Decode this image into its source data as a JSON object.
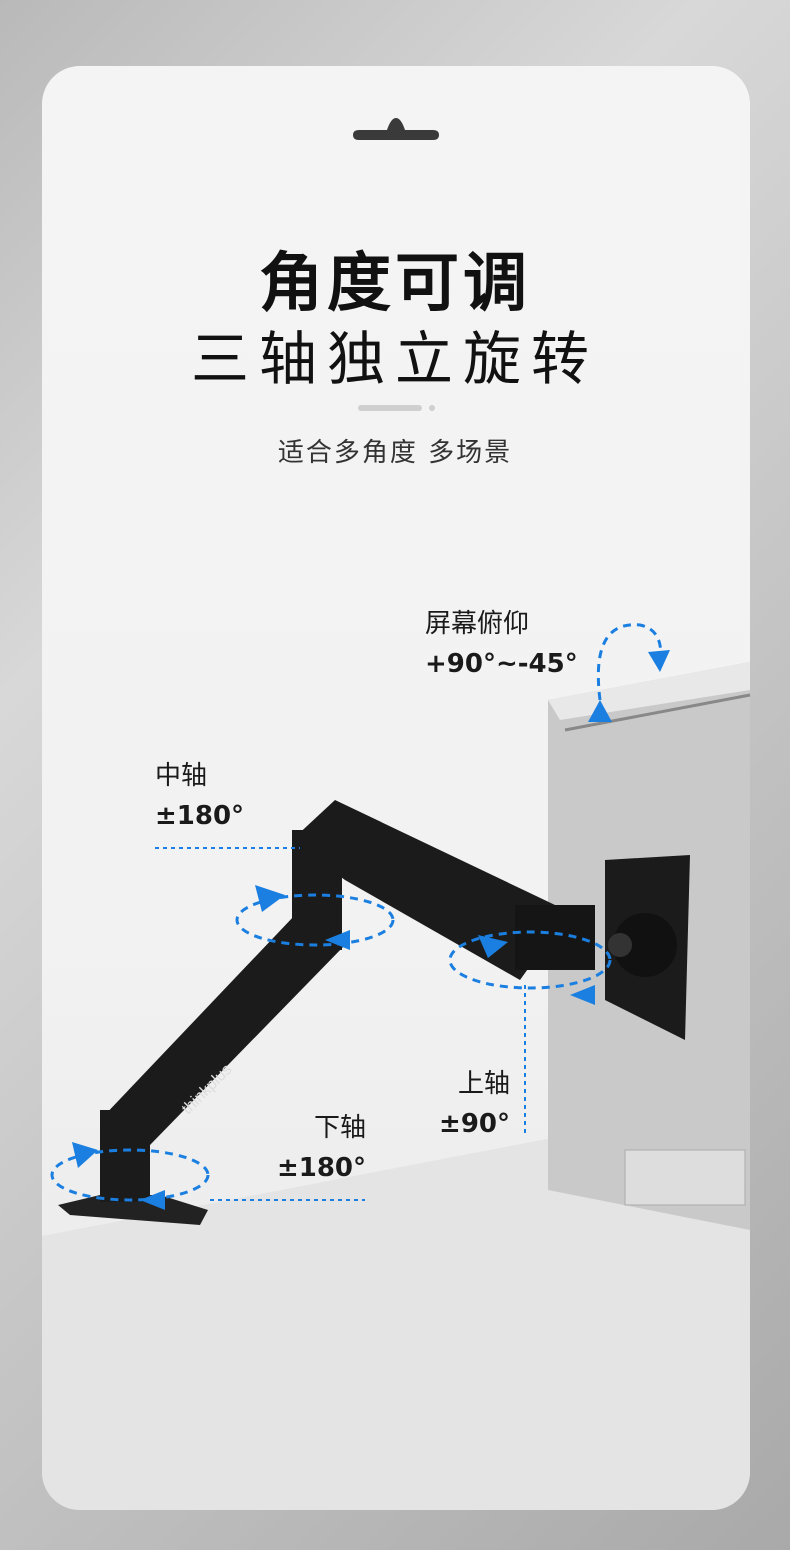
{
  "headline": "角度可调",
  "subheadline": "三轴独立旋转",
  "tagline": "适合多角度 多场景",
  "brand": "thinkplus",
  "labels": {
    "tilt": {
      "name": "屏幕俯仰",
      "range": "+90°~-45°"
    },
    "middle_axis": {
      "name": "中轴",
      "range": "±180°"
    },
    "upper_axis": {
      "name": "上轴",
      "range": "±90°"
    },
    "lower_axis": {
      "name": "下轴",
      "range": "±180°"
    }
  },
  "colors": {
    "accent": "#1a7fe0",
    "arm": "#1b1b1b"
  }
}
